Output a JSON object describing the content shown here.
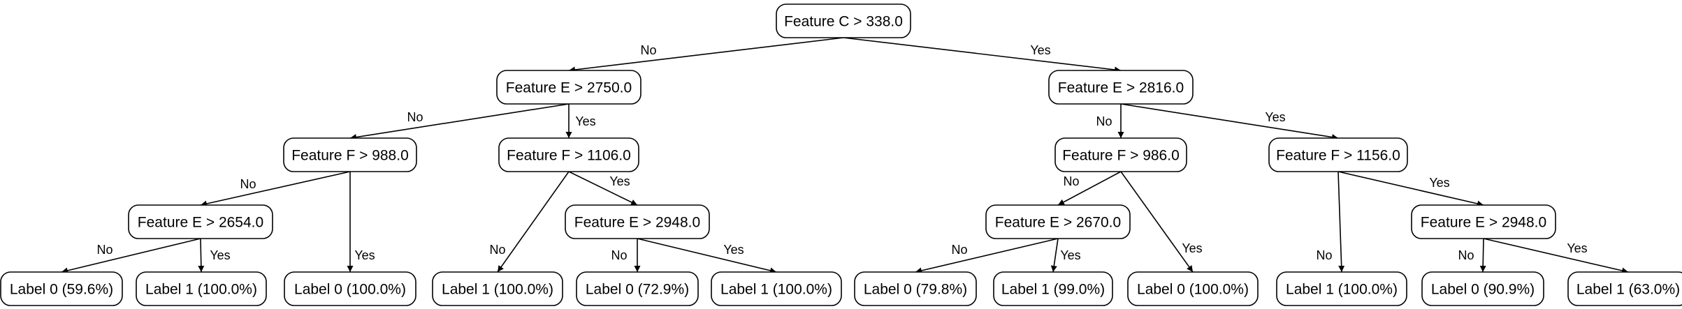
{
  "nodes": [
    {
      "id": "n0",
      "label": "Feature C > 338.0"
    },
    {
      "id": "n1",
      "label": "Feature E > 2750.0"
    },
    {
      "id": "n2",
      "label": "Feature E > 2816.0"
    },
    {
      "id": "n3",
      "label": "Feature F > 988.0"
    },
    {
      "id": "n4",
      "label": "Feature F > 1106.0"
    },
    {
      "id": "n5",
      "label": "Feature F > 986.0"
    },
    {
      "id": "n6",
      "label": "Feature F > 1156.0"
    },
    {
      "id": "n7",
      "label": "Feature E > 2654.0"
    },
    {
      "id": "n8",
      "label": "Feature E > 2948.0"
    },
    {
      "id": "n9",
      "label": "Feature E > 2670.0"
    },
    {
      "id": "n10",
      "label": "Feature E > 2948.0"
    },
    {
      "id": "l0",
      "label": "Label 0 (59.6%)"
    },
    {
      "id": "l1",
      "label": "Label 1 (100.0%)"
    },
    {
      "id": "l2",
      "label": "Label 0 (100.0%)"
    },
    {
      "id": "l3",
      "label": "Label 1 (100.0%)"
    },
    {
      "id": "l4",
      "label": "Label 0 (72.9%)"
    },
    {
      "id": "l5",
      "label": "Label 1 (100.0%)"
    },
    {
      "id": "l6",
      "label": "Label 0 (79.8%)"
    },
    {
      "id": "l7",
      "label": "Label 1 (99.0%)"
    },
    {
      "id": "l8",
      "label": "Label 0 (100.0%)"
    },
    {
      "id": "l9",
      "label": "Label 1 (100.0%)"
    },
    {
      "id": "l10",
      "label": "Label 0 (90.9%)"
    },
    {
      "id": "l11",
      "label": "Label 1 (63.0%)"
    }
  ],
  "edges": [
    {
      "from": "n0",
      "to": "n1",
      "label": "No"
    },
    {
      "from": "n0",
      "to": "n2",
      "label": "Yes"
    },
    {
      "from": "n1",
      "to": "n3",
      "label": "No"
    },
    {
      "from": "n1",
      "to": "n4",
      "label": "Yes"
    },
    {
      "from": "n3",
      "to": "n7",
      "label": "No"
    },
    {
      "from": "n3",
      "to": "l2",
      "label": "Yes"
    },
    {
      "from": "n7",
      "to": "l0",
      "label": "No"
    },
    {
      "from": "n7",
      "to": "l1",
      "label": "Yes"
    },
    {
      "from": "n4",
      "to": "l3",
      "label": "No"
    },
    {
      "from": "n4",
      "to": "n8",
      "label": "Yes"
    },
    {
      "from": "n8",
      "to": "l4",
      "label": "No"
    },
    {
      "from": "n8",
      "to": "l5",
      "label": "Yes"
    },
    {
      "from": "n2",
      "to": "n5",
      "label": "No"
    },
    {
      "from": "n2",
      "to": "n6",
      "label": "Yes"
    },
    {
      "from": "n5",
      "to": "n9",
      "label": "No"
    },
    {
      "from": "n5",
      "to": "l8",
      "label": "Yes"
    },
    {
      "from": "n9",
      "to": "l6",
      "label": "No"
    },
    {
      "from": "n9",
      "to": "l7",
      "label": "Yes"
    },
    {
      "from": "n6",
      "to": "l9",
      "label": "No"
    },
    {
      "from": "n6",
      "to": "n10",
      "label": "Yes"
    },
    {
      "from": "n10",
      "to": "l10",
      "label": "No"
    },
    {
      "from": "n10",
      "to": "l11",
      "label": "Yes"
    }
  ]
}
